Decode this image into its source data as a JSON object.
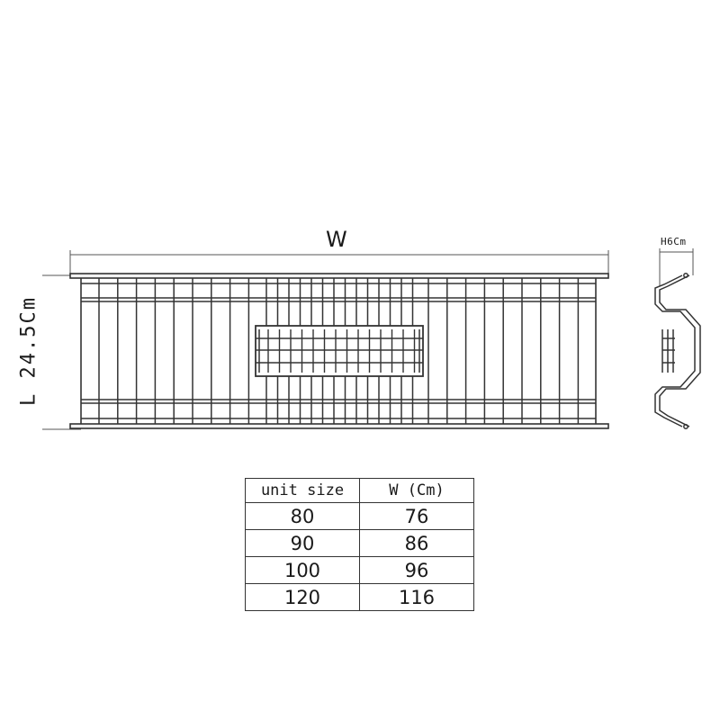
{
  "dimensions": {
    "width_label": "W",
    "height_label": "H6Cm",
    "length_label": "L 24.5Cm"
  },
  "table": {
    "headers": [
      "unit size",
      "W (Cm)"
    ],
    "rows": [
      [
        "80",
        "76"
      ],
      [
        "90",
        "86"
      ],
      [
        "100",
        "96"
      ],
      [
        "120",
        "116"
      ]
    ]
  },
  "colors": {
    "line": "#333333",
    "frame_fill": "#f2f2f2"
  }
}
